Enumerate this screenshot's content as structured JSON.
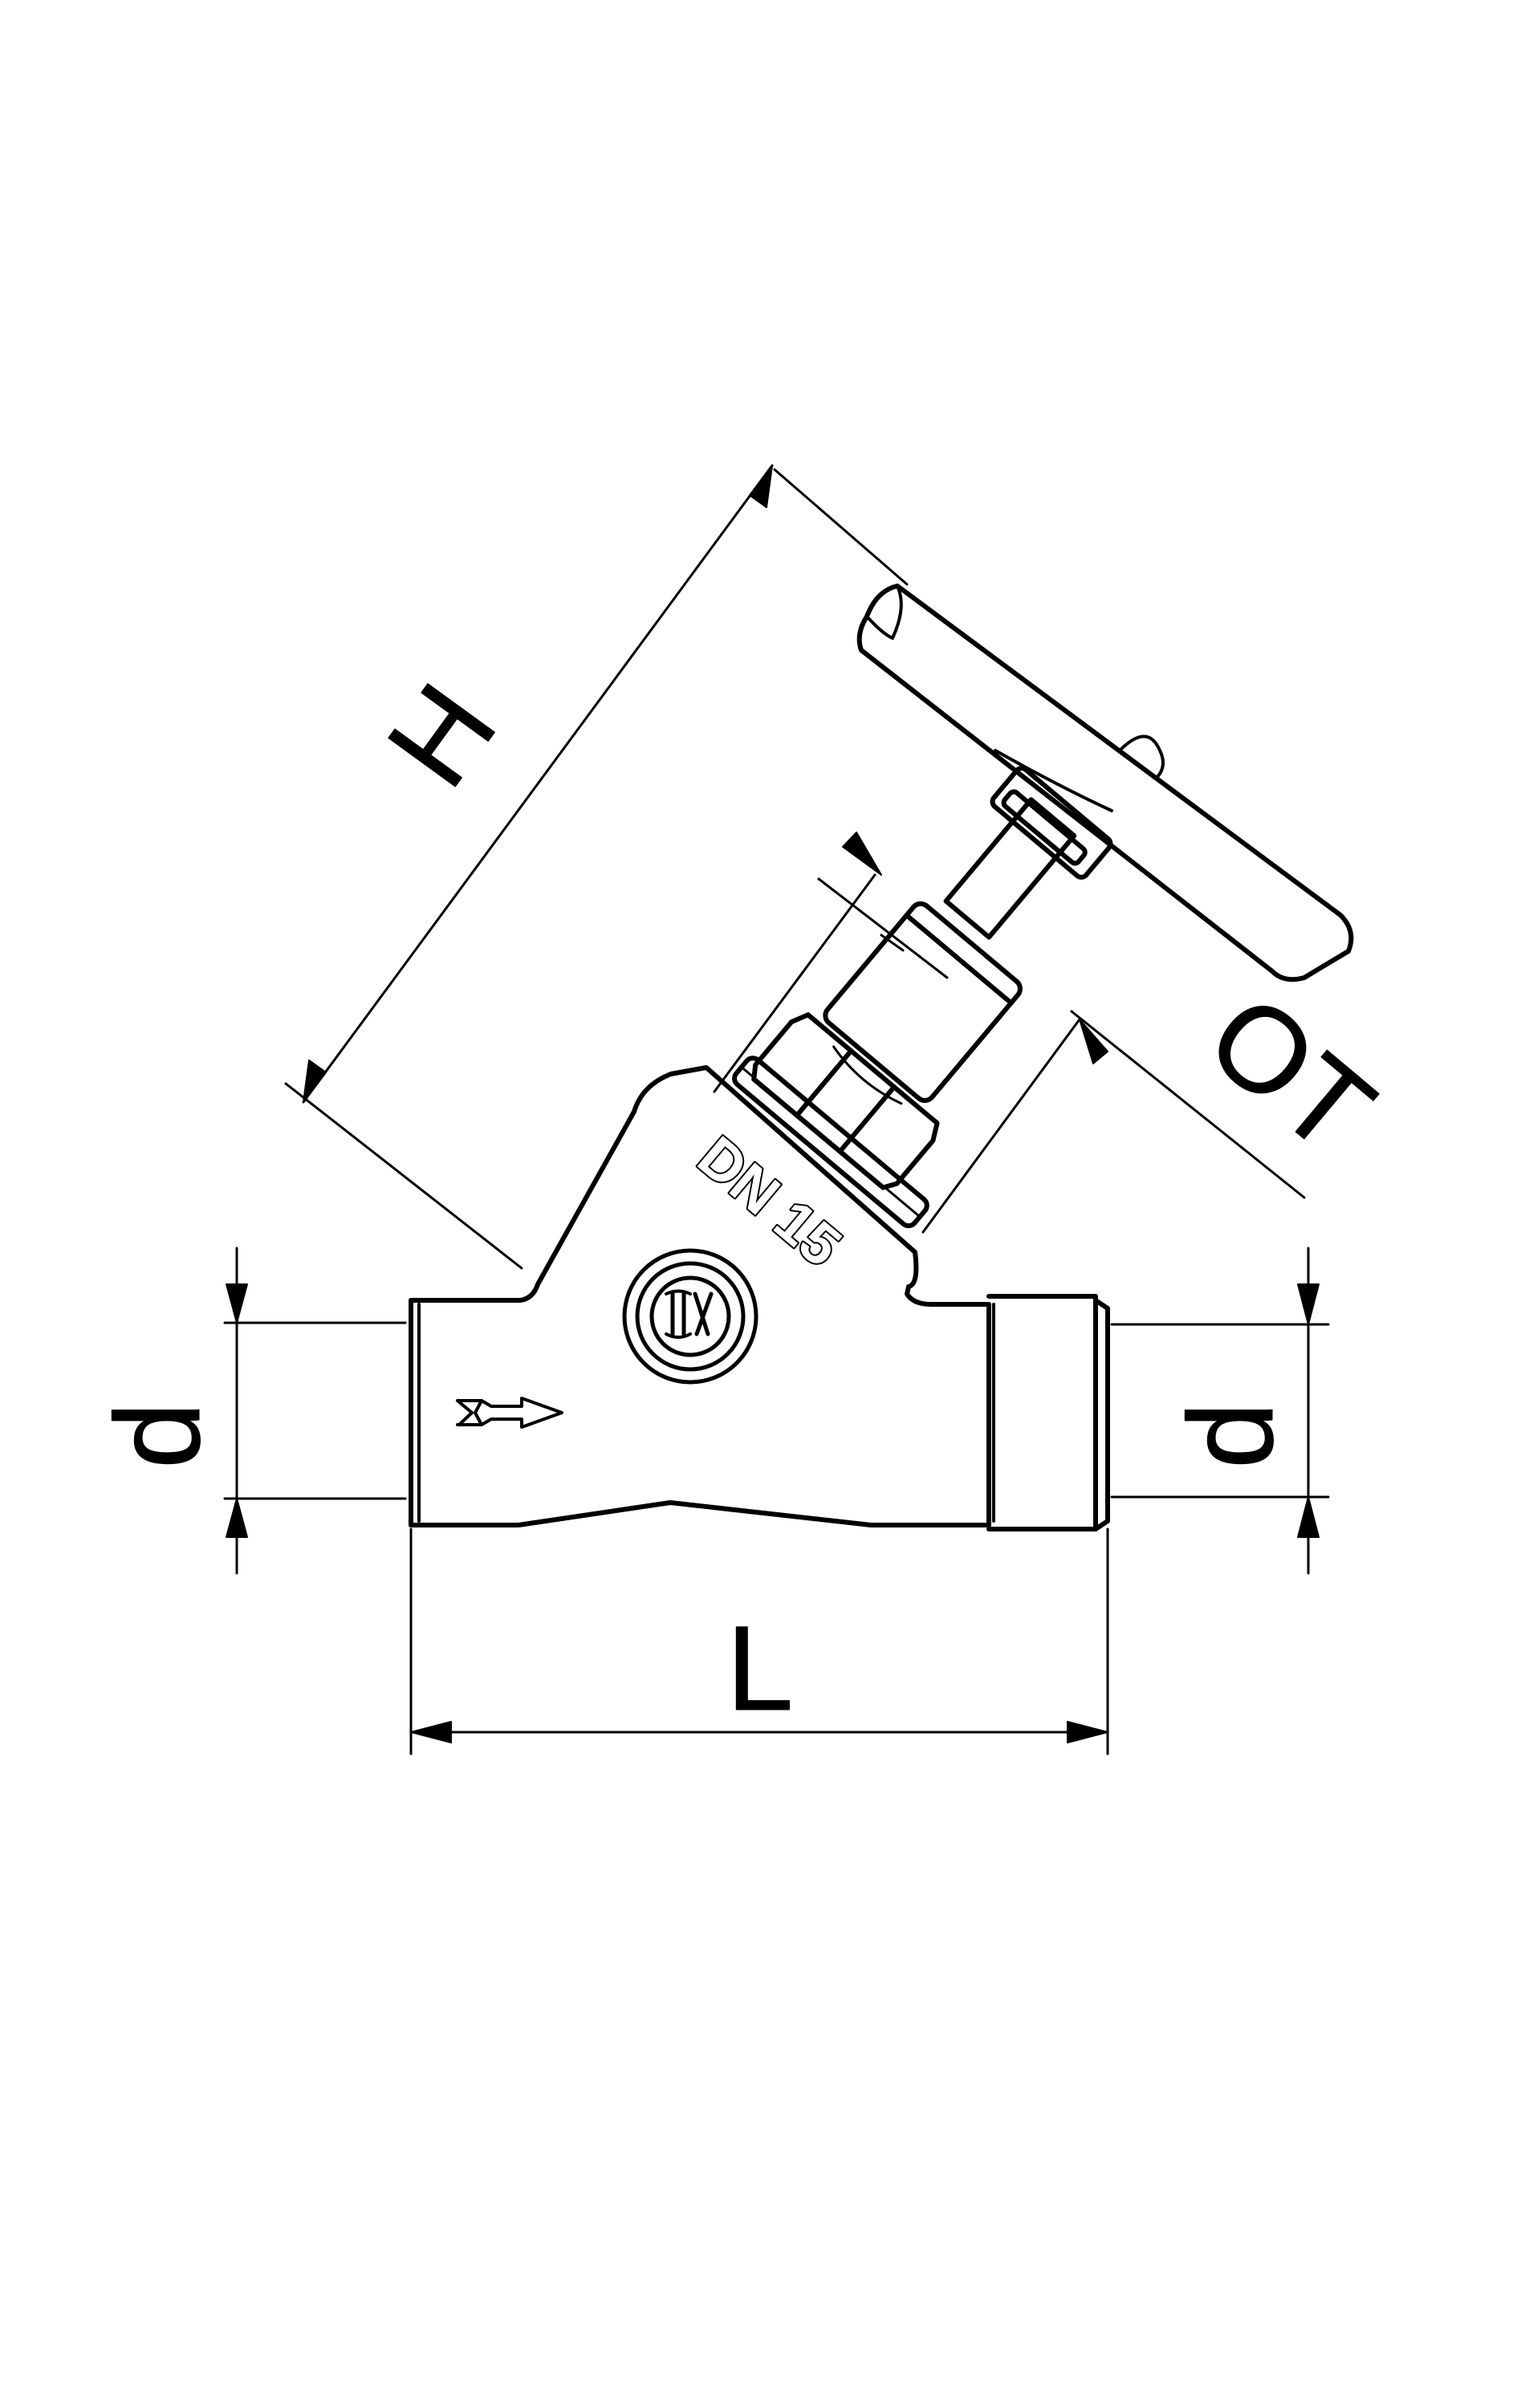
{
  "diagram": {
    "subject": "Inclined seat shut-off valve with handwheel, solder ends",
    "line_color": "#000000",
    "background_color": "#ffffff"
  },
  "dimensions": {
    "height_label": "H",
    "length_label": "L",
    "inlet_diameter_label": "d",
    "outlet_diameter_label": "d",
    "stem_label": "OT"
  },
  "markings": {
    "nominal_size": "DN 15",
    "logo_icon": "brand-logo-icon",
    "flow_direction_icon": "flow-arrow-icon"
  }
}
